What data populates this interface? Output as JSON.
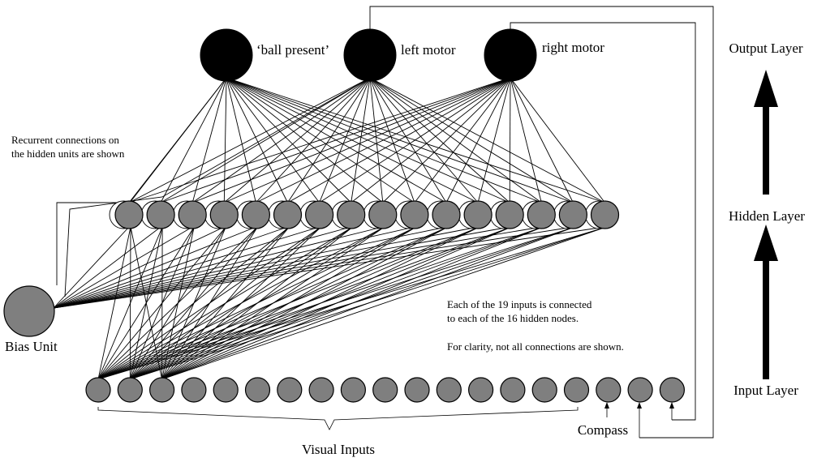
{
  "output_labels": {
    "ball_present": "‘ball present’",
    "left_motor": "left motor",
    "right_motor": "right motor"
  },
  "layer_labels": {
    "output": "Output Layer",
    "hidden": "Hidden Layer",
    "input": "Input Layer"
  },
  "notes": {
    "recurrent_line1": "Recurrent connections on",
    "recurrent_line2": "the hidden units are shown",
    "inputs_line1": "Each of the 19 inputs is connected",
    "inputs_line2": "to each of the 16 hidden nodes.",
    "clarity": "For clarity, not all connections are shown."
  },
  "bias_label": "Bias Unit",
  "visual_inputs_label": "Visual Inputs",
  "compass_label": "Compass",
  "counts": {
    "outputs": 3,
    "hidden": 16,
    "inputs": 19,
    "visual_inputs": 16,
    "compass_inputs": 3
  }
}
